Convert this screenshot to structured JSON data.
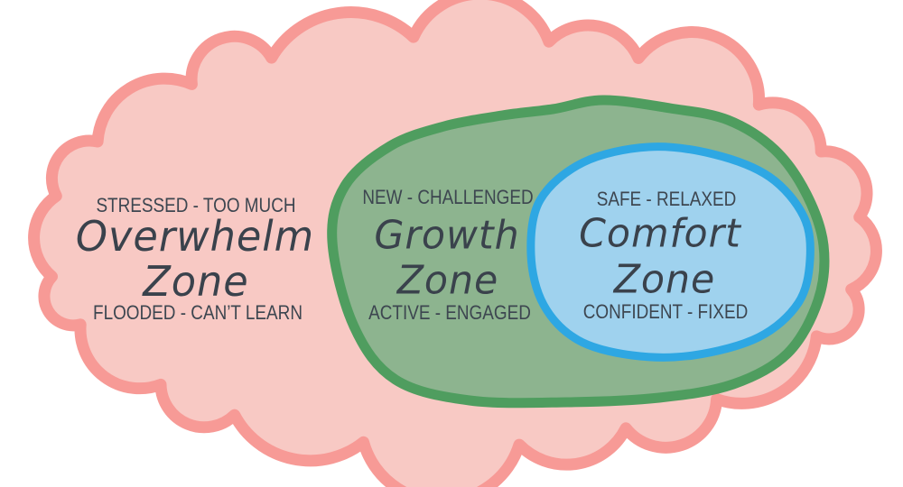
{
  "diagram": {
    "zones": [
      {
        "id": "overwhelm",
        "top_label": "STRESSED - TOO MUCH",
        "title_line1": "Overwhelm",
        "title_line2": "Zone",
        "bottom_label": "FLOODED - CAN’T LEARN"
      },
      {
        "id": "growth",
        "top_label": "NEW - CHALLENGED",
        "title_line1": "Growth",
        "title_line2": "Zone",
        "bottom_label": "ACTIVE - ENGAGED"
      },
      {
        "id": "comfort",
        "top_label": "SAFE - RELAXED",
        "title_line1": "Comfort",
        "title_line2": "Zone",
        "bottom_label": "CONFIDENT - FIXED"
      }
    ]
  },
  "colors": {
    "background": "#ffffff",
    "overwhelm_fill": "#f8c9c4",
    "overwhelm_border": "#f79a96",
    "growth_fill": "#8db48f",
    "growth_border": "#4f9d5f",
    "comfort_fill": "#9fd2ee",
    "comfort_border": "#2ea7e3",
    "label_text": "#3d4650",
    "title_text": "#3a424c"
  }
}
